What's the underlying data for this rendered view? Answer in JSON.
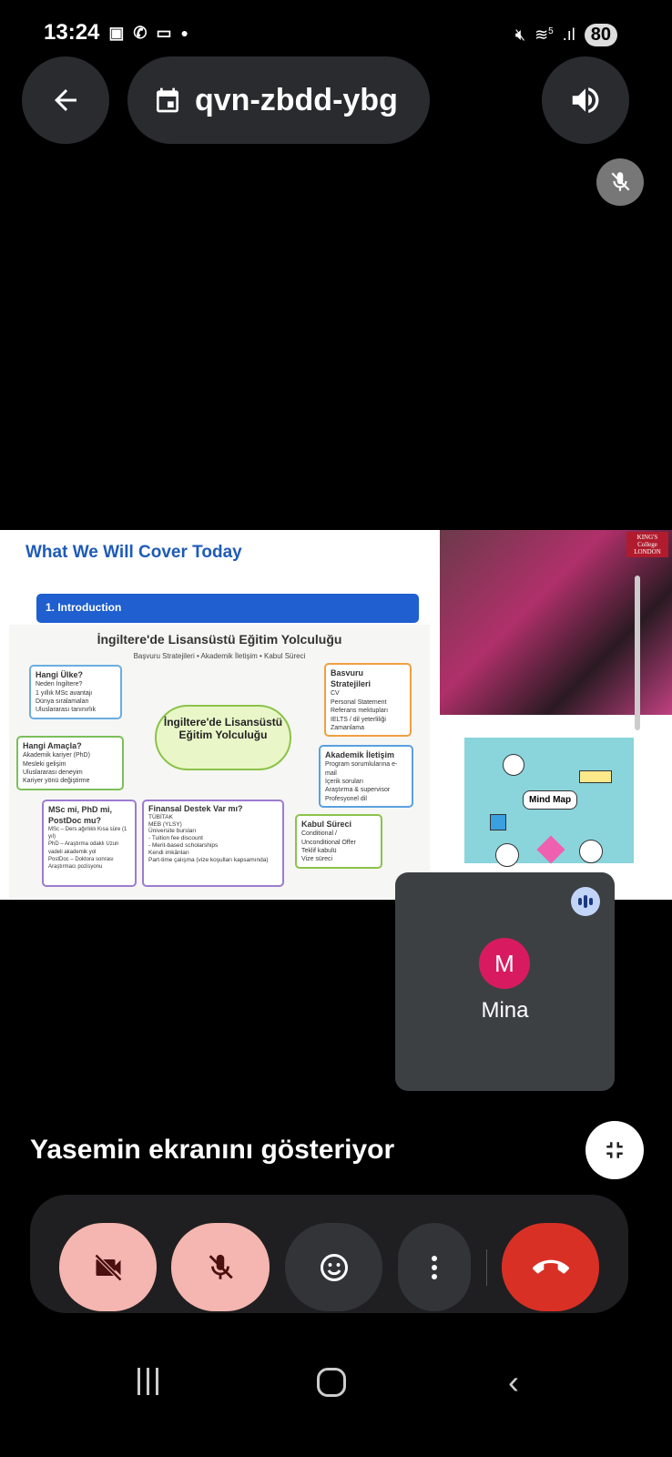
{
  "status": {
    "time": "13:24",
    "battery": "80",
    "network": "5"
  },
  "header": {
    "meeting_code": "qvn-zbdd-ybg"
  },
  "shared_screen": {
    "slide_title": "What We Will Cover Today",
    "section": "1. Introduction",
    "mindmap": {
      "title": "İngiltere'de Lisansüstü Eğitim Yolculuğu",
      "subtitle": "Başvuru Stratejileri • Akademik İletişim • Kabul Süreci",
      "center": "İngiltere'de Lisansüstü Eğitim Yolculuğu",
      "boxes": [
        {
          "title": "Hangi Ülke?",
          "items": [
            "Neden İngiltere?",
            "1 yıllık MSc avantajı",
            "Dünya sıralamaları",
            "Uluslararası tanınırlık"
          ]
        },
        {
          "title": "Hangi Amaçla?",
          "items": [
            "Akademik kariyer (PhD)",
            "Mesleki gelişim",
            "Uluslararası deneyim",
            "Kariyer yönü değiştirme"
          ]
        },
        {
          "title": "MSc mi, PhD mi, PostDoc mu?",
          "items": [
            "MSc – Ders ağırlıklı Kısa süre (1 yıl)",
            "PhD – Araştırma odaklı Uzun vadeli akademik yol",
            "PostDoc – Doktora sonrası Araştırmacı pozisyonu"
          ]
        },
        {
          "title": "Finansal Destek Var mı?",
          "items": [
            "TÜBİTAK",
            "MEB (YLSY)",
            "Üniversite bursları",
            "- Tuition fee discount",
            "- Merit-based scholarships",
            "Kendi imkânları",
            "Part-time çalışma (vize koşulları kapsamında)"
          ]
        },
        {
          "title": "Basvuru Stratejileri",
          "items": [
            "CV",
            "Personal Statement",
            "Referans mektupları",
            "IELTS / dil yeterliliği",
            "Zamanlama"
          ]
        },
        {
          "title": "Akademik İletişim",
          "items": [
            "Program sorumlularına e-mail",
            "İçerik soruları",
            "Araştırma & supervisor",
            "Profesyonel dil"
          ]
        },
        {
          "title": "Kabul Süreci",
          "items": [
            "Conditional / Unconditional Offer",
            "Teklif kabulü",
            "Vize süreci"
          ]
        }
      ]
    },
    "logo": "KING'S College LONDON",
    "mindmap_thumb_label": "Mind Map"
  },
  "participant": {
    "name": "Mina",
    "initial": "M",
    "avatar_color": "#d81b60"
  },
  "presenting_text": "Yasemin ekranını gösteriyor",
  "colors": {
    "pink_button": "#f5b5b0",
    "end_call": "#d93025",
    "tile": "#3c4043"
  }
}
